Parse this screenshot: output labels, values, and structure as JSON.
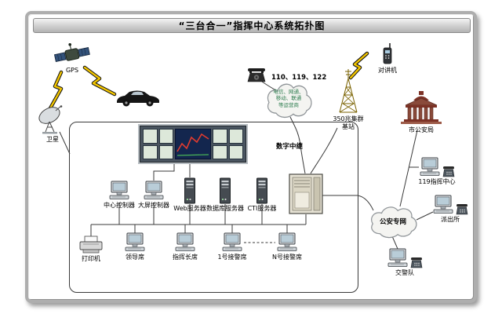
{
  "title": "“三台合一”指挥中心系统拓扑图",
  "nodes": {
    "gps": {
      "label": "GPS"
    },
    "satellite": {
      "label": "卫星"
    },
    "emergency_numbers": {
      "label": "110、119、122"
    },
    "telecom_cloud": {
      "line1": "电信、网通、",
      "line2": "移动、联通",
      "line3": "等运营商"
    },
    "walkie_talkie": {
      "label": "对讲机"
    },
    "trunk_tower": {
      "line1": "350兆集群",
      "line2": "基站"
    },
    "city_bureau": {
      "label": "市公安局"
    },
    "digital_trunk": {
      "label": "数字中继"
    },
    "police_network": {
      "label": "公安专网"
    },
    "center_119": {
      "label": "119指挥中心"
    },
    "police_station": {
      "label": "派出所"
    },
    "traffic_police": {
      "label": "交警队"
    },
    "center_controller": {
      "label": "中心控制器"
    },
    "screen_controller": {
      "label": "大屏控制器"
    },
    "web_server": {
      "label": "Web服务器"
    },
    "db_server": {
      "label": "数据库服务器"
    },
    "cti_server": {
      "label": "CTI服务器"
    },
    "printer": {
      "label": "打印机"
    },
    "leader_seat": {
      "label": "领导席"
    },
    "commander_seat": {
      "label": "指挥长席"
    },
    "seat_1": {
      "label": "1号接警席"
    },
    "seat_n": {
      "label": "N号接警席"
    }
  },
  "colors": {
    "lightning_yellow": "#f2c500",
    "connection_line": "#3a3a3a",
    "cloud_text_green": "#2e7d4f",
    "chart_red": "#e03b2f",
    "building_red": "#7d3226"
  }
}
